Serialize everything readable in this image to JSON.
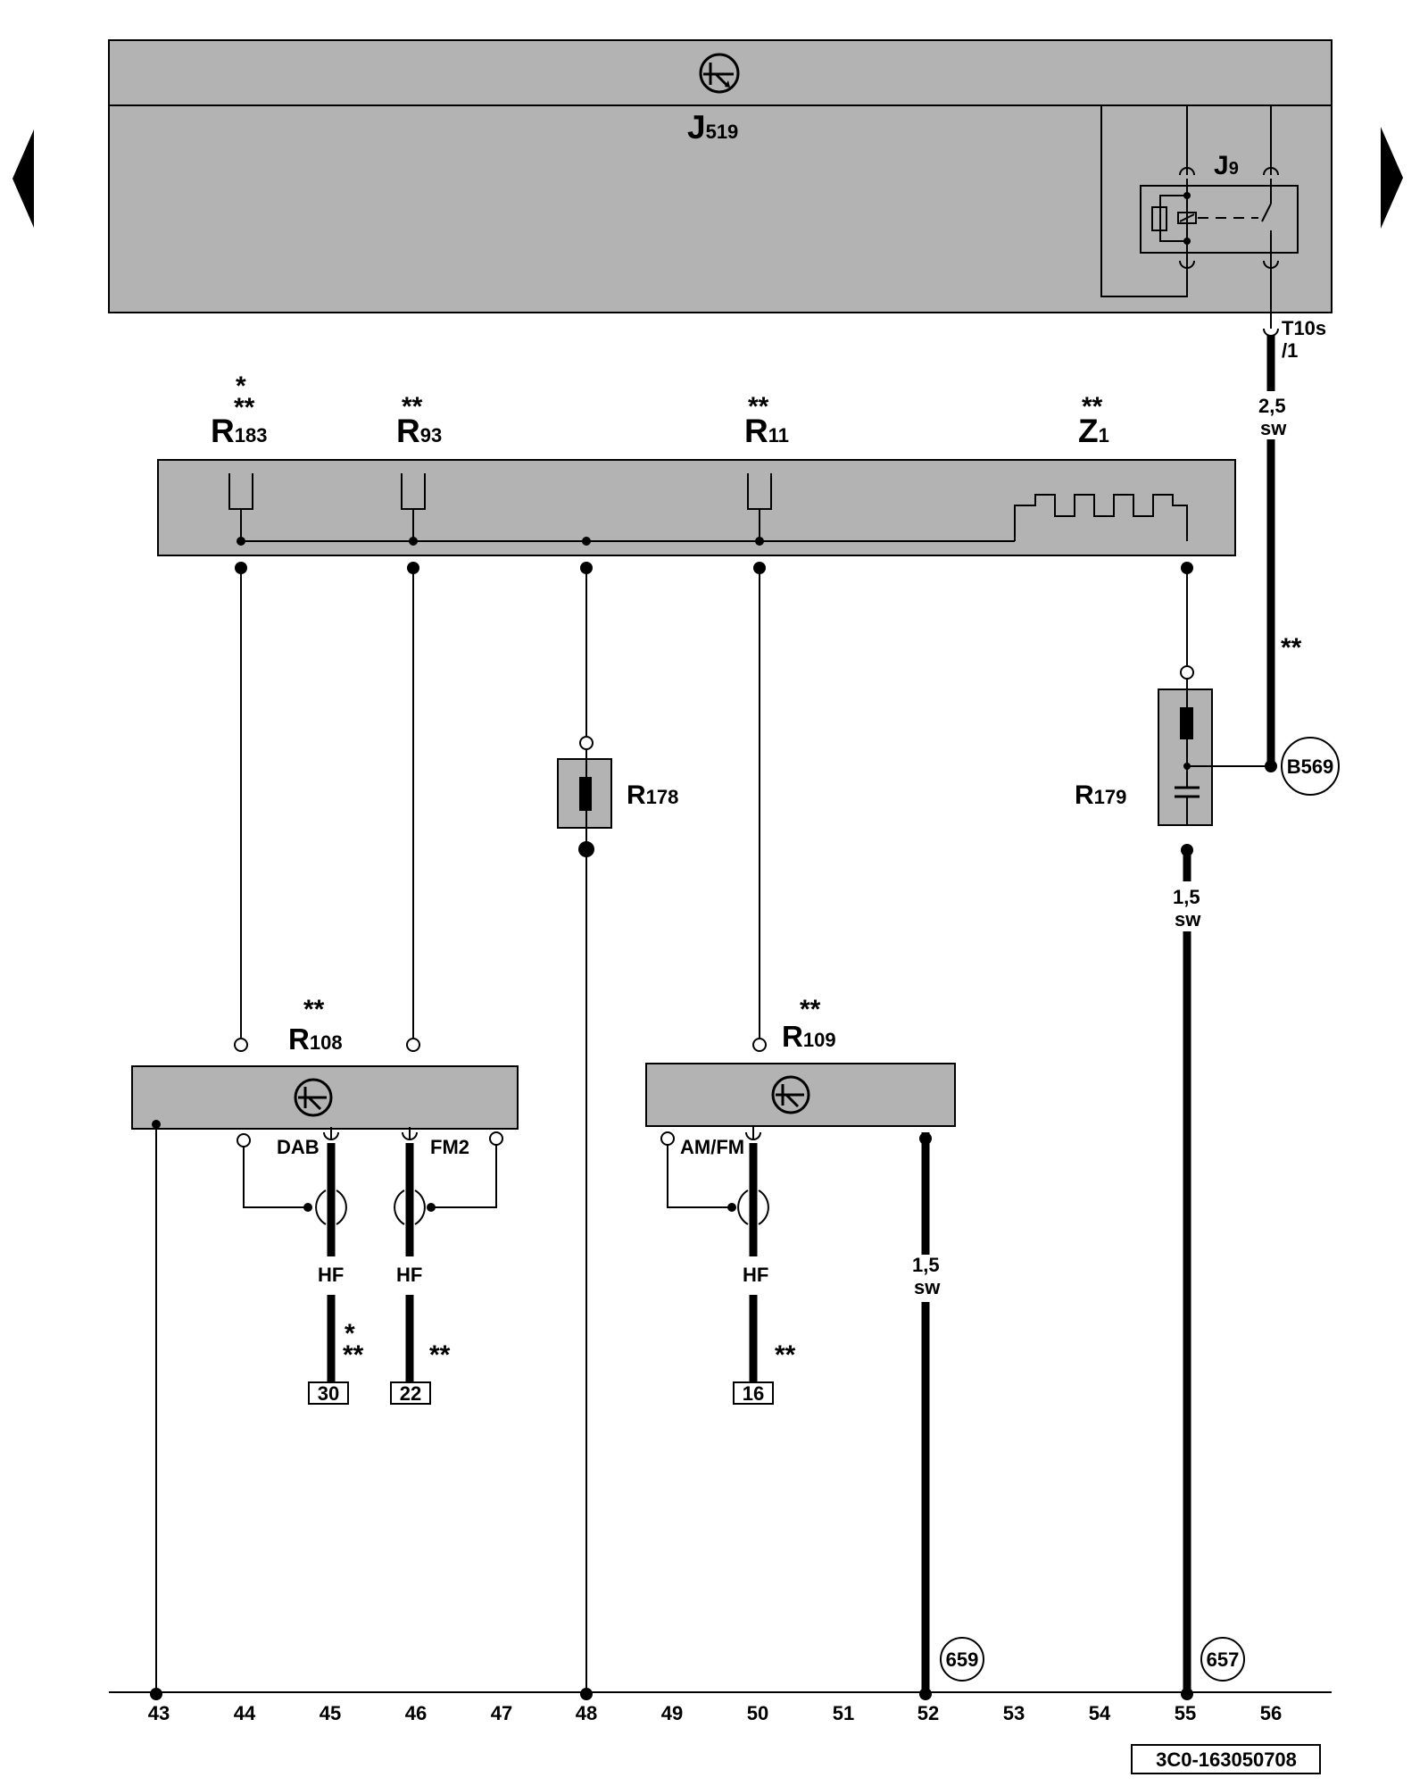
{
  "components": {
    "j519": {
      "letter": "J",
      "sub": "519"
    },
    "j9": {
      "letter": "J",
      "sub": "9"
    },
    "r183": {
      "letter": "R",
      "sub": "183",
      "stars_top": "*",
      "stars_bottom": "**"
    },
    "r93": {
      "letter": "R",
      "sub": "93",
      "stars": "**"
    },
    "r11": {
      "letter": "R",
      "sub": "11",
      "stars": "**"
    },
    "z1": {
      "letter": "Z",
      "sub": "1",
      "stars": "**"
    },
    "r178": {
      "letter": "R",
      "sub": "178"
    },
    "r179": {
      "letter": "R",
      "sub": "179"
    },
    "r108": {
      "letter": "R",
      "sub": "108",
      "stars": "**"
    },
    "r109": {
      "letter": "R",
      "sub": "109",
      "stars": "**"
    }
  },
  "connector": {
    "line1": "T10s",
    "line2": "/1"
  },
  "wires": {
    "t10s_wire": {
      "size": "2,5",
      "color": "sw"
    },
    "r179_wire": {
      "size": "1,5",
      "color": "sw"
    },
    "r109_wire": {
      "size": "1,5",
      "color": "sw"
    }
  },
  "ground_point": "B569",
  "pin_labels": {
    "dab": "DAB",
    "fm2": "FM2",
    "amfm": "AM/FM"
  },
  "hf_labels": {
    "hf1": "HF",
    "hf2": "HF",
    "hf3": "HF"
  },
  "notes": {
    "t10s_stars": "**",
    "dab_stars_top": "*",
    "dab_stars_bottom": "**",
    "fm2_stars": "**",
    "amfm_stars": "**"
  },
  "terminal_boxes": {
    "dab": "30",
    "fm2": "22",
    "amfm": "16"
  },
  "references": {
    "ref52": "659",
    "ref55": "657"
  },
  "track_numbers": [
    "43",
    "44",
    "45",
    "46",
    "47",
    "48",
    "49",
    "50",
    "51",
    "52",
    "53",
    "54",
    "55",
    "56"
  ],
  "diagram_code": "3C0-163050708"
}
